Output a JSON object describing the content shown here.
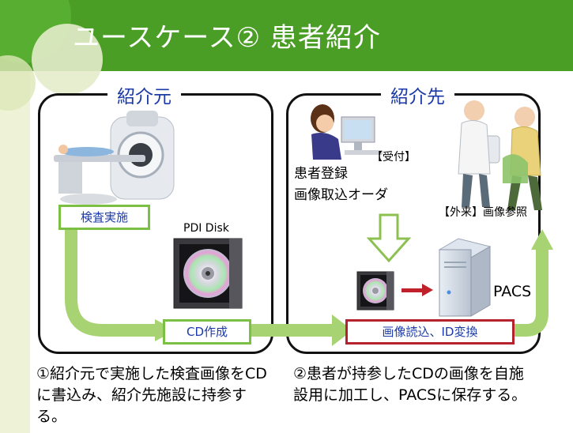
{
  "title": "ユースケース② 患者紹介",
  "left_panel": {
    "label": "紹介元",
    "exam_label": "検査実施",
    "disk_label": "PDI Disk",
    "cd_label": "CD作成"
  },
  "right_panel": {
    "label": "紹介先",
    "reception_label": "【受付】",
    "task_line1": "患者登録",
    "task_line2": "画像取込オーダ",
    "outpatient_label": "【外来】画像参照",
    "pacs_label": "PACS",
    "import_label": "画像読込、ID変換"
  },
  "captions": {
    "left": "①紹介元で実施した検査画像をCDに書込み、紹介先施設に持参する。",
    "right": "②患者が持参したCDの画像を自施設用に加工し、PACSに保存する。"
  },
  "colors": {
    "title_bar": "#4a9d25",
    "arrow_green": "#a8d373",
    "label_blue": "#1b3aa8",
    "import_border": "#b5222d"
  }
}
